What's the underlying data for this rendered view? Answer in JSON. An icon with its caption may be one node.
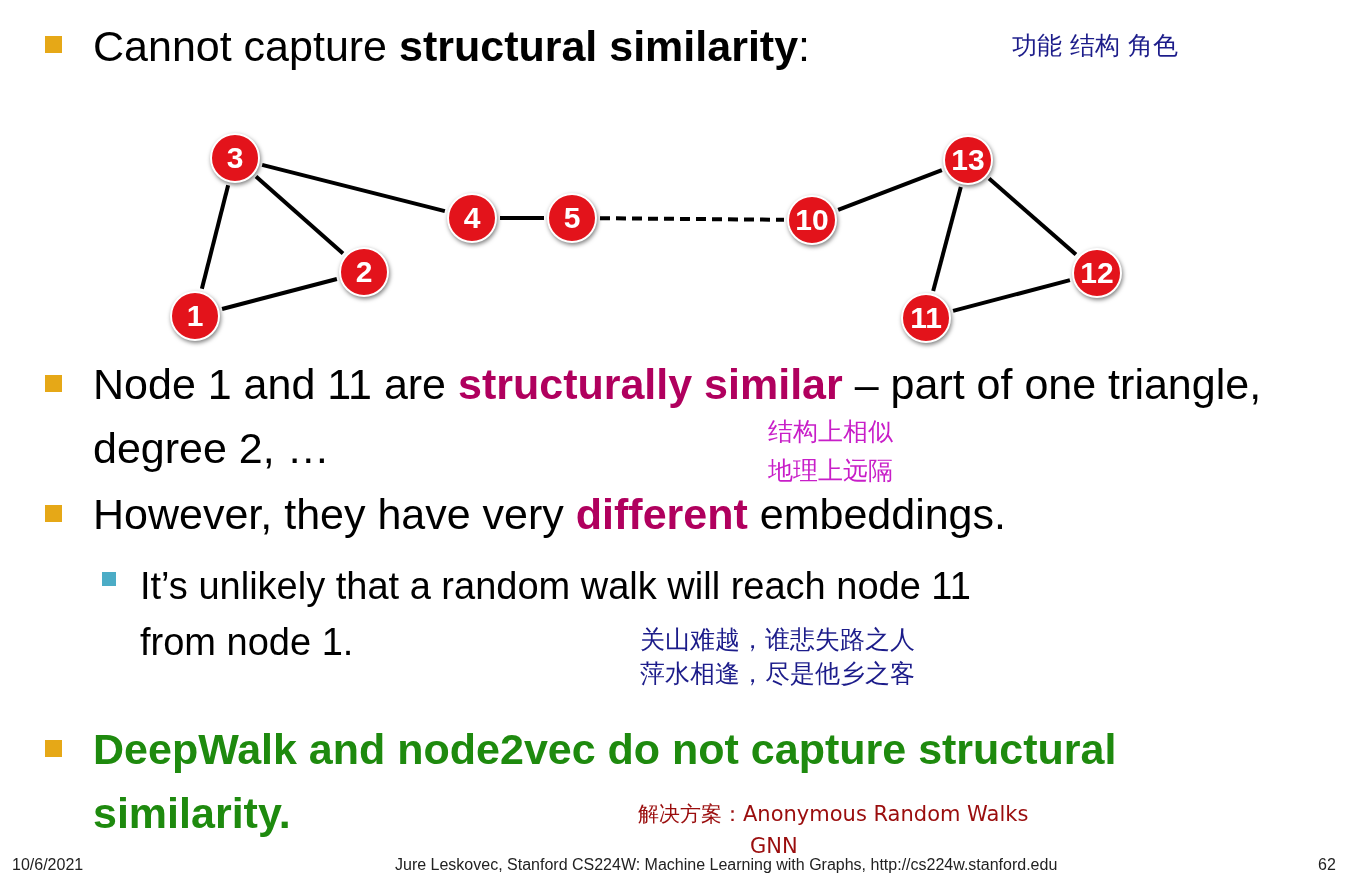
{
  "diagram": {
    "nodes": [
      {
        "text": [
          "1"
        ]
      },
      {
        "text": [
          "2"
        ]
      },
      {
        "text": [
          "3"
        ]
      },
      {
        "text": [
          "4"
        ]
      },
      {
        "text": [
          "5"
        ]
      },
      {
        "text": [
          "10"
        ]
      },
      {
        "text": [
          "11"
        ]
      },
      {
        "text": [
          "12"
        ]
      },
      {
        "text": [
          "13"
        ]
      }
    ],
    "edges": [
      {
        "from": 2,
        "to": 0,
        "arrow": "none"
      },
      {
        "from": 2,
        "to": 1,
        "arrow": "none"
      },
      {
        "from": 0,
        "to": 1,
        "arrow": "none"
      },
      {
        "from": 2,
        "to": 3,
        "arrow": "none"
      },
      {
        "from": 3,
        "to": 4,
        "arrow": "none"
      },
      {
        "from": 4,
        "to": 5,
        "arrow": "none",
        "style": "dashed"
      },
      {
        "from": 5,
        "to": 8,
        "arrow": "none"
      },
      {
        "from": 8,
        "to": 6,
        "arrow": "none"
      },
      {
        "from": 8,
        "to": 7,
        "arrow": "none"
      },
      {
        "from": 6,
        "to": 7,
        "arrow": "none"
      }
    ],
    "labels": [
      "Cannot capture **structural similarity**:",
      "功能 结构 角色",
      "Node 1 and 11 are **structurally similar** – part of one triangle, degree 2, …",
      "结构上相似",
      "地理上远隔",
      "However, they have very **different** embeddings.",
      "It’s unlikely that a random walk will reach node 11 from node 1.",
      "关山难越，谁悲失路之人",
      "萍水相逢，尽是他乡之客",
      "DeepWalk and node2vec do not capture structural similarity.",
      "解决方案：Anonymous Random Walks",
      "GNN",
      "10/6/2021",
      "Jure Leskovec, Stanford CS224W: Machine Learning with Graphs, http://cs224w.stanford.edu",
      "62"
    ]
  }
}
